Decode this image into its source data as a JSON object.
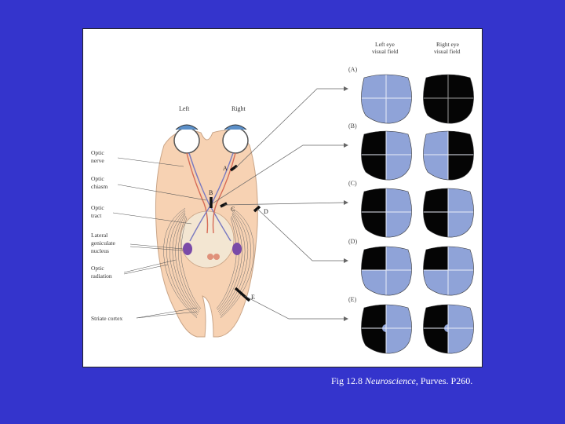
{
  "labels": {
    "left": "Left",
    "right": "Right",
    "optic_nerve": [
      "Optic",
      "nerve"
    ],
    "optic_chiasm": [
      "Optic",
      "chiasm"
    ],
    "optic_tract": [
      "Optic",
      "tract"
    ],
    "lgn": [
      "Lateral",
      "geniculate",
      "nucleus"
    ],
    "optic_radiation": [
      "Optic",
      "radiation"
    ],
    "striate_cortex": "Striate cortex",
    "left_field": [
      "Left eye",
      "visual field"
    ],
    "right_field": [
      "Right eye",
      "visual field"
    ]
  },
  "lesions": [
    "A",
    "B",
    "C",
    "D",
    "E"
  ],
  "panels": [
    {
      "letter": "(A)",
      "left": "none",
      "right": "full"
    },
    {
      "letter": "(B)",
      "left": "left",
      "right": "right"
    },
    {
      "letter": "(C)",
      "left": "left",
      "right": "left"
    },
    {
      "letter": "(D)",
      "left": "upper-left",
      "right": "upper-left"
    },
    {
      "letter": "(E)",
      "left": "left-spare",
      "right": "left-spare"
    }
  ],
  "caption": {
    "prefix": "Fig 12.8 ",
    "book": "Neuroscience",
    "suffix": ", Purves. P260."
  },
  "colors": {
    "background": "#3434cc",
    "field_blue": "#8fa3d8",
    "field_black": "#050505",
    "brain": "#f7d2b3",
    "pathway_red": "#d66a55",
    "lgn_purple": "#7a4aa8"
  }
}
